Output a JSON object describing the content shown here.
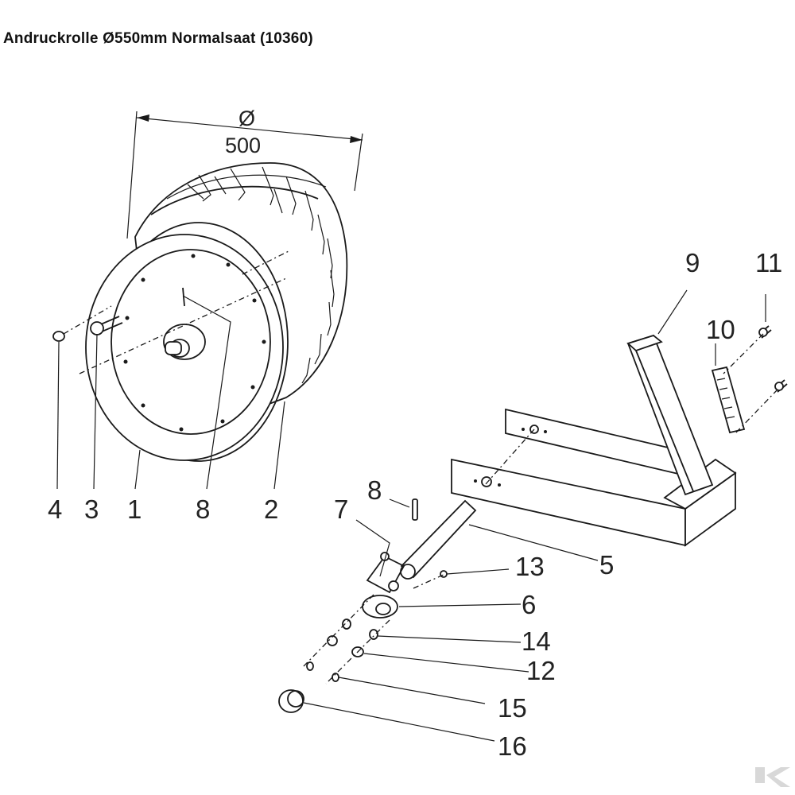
{
  "title": "Andruckrolle Ø550mm  Normalsaat (10360)",
  "dimension": {
    "symbol": "Ø",
    "value": "500"
  },
  "part_labels": [
    "4",
    "3",
    "1",
    "8",
    "2",
    "9",
    "11",
    "10",
    "8",
    "7",
    "13",
    "5",
    "6",
    "14",
    "12",
    "15",
    "16"
  ],
  "icons": [
    "watermark-logo-icon"
  ]
}
